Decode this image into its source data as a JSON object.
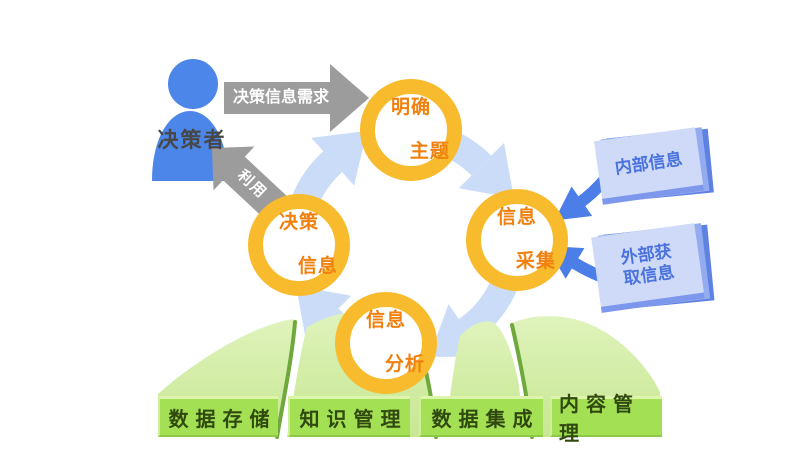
{
  "diagram": {
    "actor": {
      "label": "决策者"
    },
    "flow_in": {
      "label": "决策信息需求"
    },
    "flow_out": {
      "label": "利用"
    },
    "cycle_nodes": [
      {
        "line1": "明确",
        "line2": "主题"
      },
      {
        "line1": "信息",
        "line2": "采集"
      },
      {
        "line1": "信息",
        "line2": "分析"
      },
      {
        "line1": "决策",
        "line2": "信息"
      }
    ],
    "source_cards": [
      {
        "line1": "内部信息",
        "line2": ""
      },
      {
        "line1": "外部获",
        "line2": "取信息"
      }
    ],
    "foundation_bars": [
      {
        "label": "数据存储"
      },
      {
        "label": "知识管理"
      },
      {
        "label": "数据集成"
      },
      {
        "label": "内容管理"
      }
    ],
    "colors": {
      "node_ring": "#F8BB2D",
      "node_text": "#F0810F",
      "cycle_arrow": "#CBDCF8",
      "strong_blue": "#4C7EE8",
      "card_bg": "#CFDAF8",
      "card_text": "#4A72DE",
      "gray_arrow": "#9C9C9C",
      "person_blue": "#4C86E9",
      "hill_fill": "#D8EFAE",
      "hill_edge": "#6FA83C",
      "bar_bg": "#A3E053",
      "bar_text": "#30490F"
    }
  }
}
